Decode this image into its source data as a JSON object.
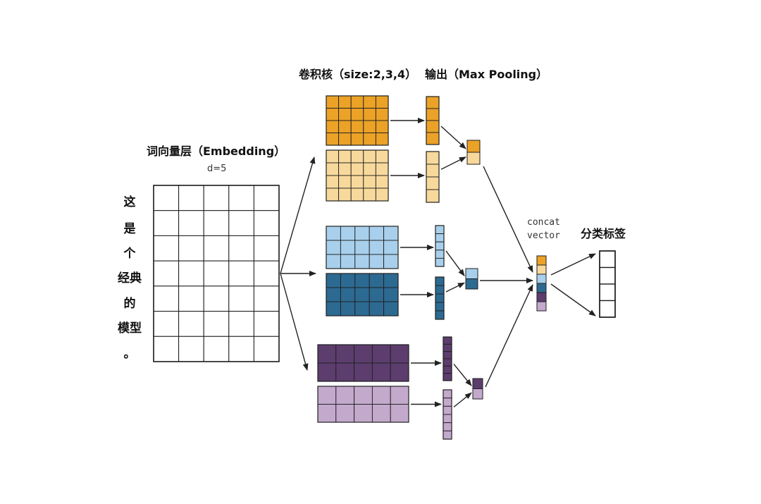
{
  "labels": {
    "conv_title": "卷积核（size:2,3,4）",
    "pool_title": "输出（Max Pooling）",
    "embedding_title": "词向量层（Embedding）",
    "dim_label": "d=5",
    "concat_line1": "concat",
    "concat_line2": "vector",
    "classify_title": "分类标签"
  },
  "sentence_chars": [
    "这",
    "是",
    "个",
    "经典",
    "的",
    "模型",
    "。"
  ],
  "embedding_grid": {
    "rows": 7,
    "cols": 5
  },
  "filter_groups": [
    {
      "size": 4,
      "filter_rows": 4,
      "filter_cols": 5,
      "feature_len": 4,
      "dark_color": "#eba227",
      "light_color": "#f8d99c"
    },
    {
      "size": 3,
      "filter_rows": 3,
      "filter_cols": 5,
      "feature_len": 5,
      "light_color": "#a8d0ec",
      "dark_color": "#2d6a92"
    },
    {
      "size": 2,
      "filter_rows": 2,
      "filter_cols": 5,
      "feature_len": 6,
      "dark_color": "#5c3d6e",
      "light_color": "#c3a9cc"
    }
  ],
  "concat_vector_colors": [
    "#eba227",
    "#f8d99c",
    "#a8d0ec",
    "#2d6a92",
    "#5c3d6e",
    "#c3a9cc"
  ],
  "output_cells": 4
}
